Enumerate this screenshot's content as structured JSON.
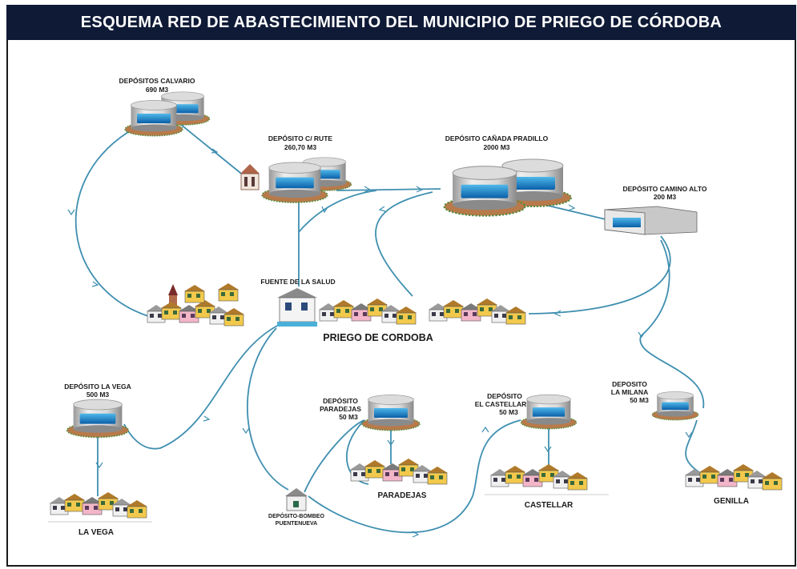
{
  "title": "ESQUEMA RED DE ABASTECIMIENTO DEL MUNICIPIO DE PRIEGO DE CÓRDOBA",
  "colors": {
    "header_bg": "#0f1a36",
    "pipe": "#3f8fb0",
    "water": "#0d7fc4",
    "ground": "#b87a4a"
  },
  "tanks": {
    "calvario": {
      "name": "DEPÓSITOS CALVARIO",
      "capacity": "690 M3"
    },
    "rute": {
      "name": "DEPÓSITO C/ RUTE",
      "capacity": "260,70 M3"
    },
    "canada": {
      "name": "DEPÓSITO CAÑADA PRADILLO",
      "capacity": "2000 M3"
    },
    "camino_alto": {
      "name": "DEPÓSITO CAMINO ALTO",
      "capacity": "200 M3"
    },
    "la_vega": {
      "name": "DEPÓSITO LA VEGA",
      "capacity": "500 M3"
    },
    "paradejas": {
      "name1": "DEPÓSITO",
      "name2": "PARADEJAS",
      "capacity": "50 M3"
    },
    "castellar": {
      "name1": "DEPÓSITO",
      "name2": "EL CASTELLAR",
      "capacity": "50 M3"
    },
    "milana": {
      "name1": "DEPOSITO",
      "name2": "LA MILANA",
      "capacity": "50 M3"
    }
  },
  "fuente": "FUENTE DE LA SALUD",
  "bombeo": {
    "line1": "DEPÓSITO-BOMBEO",
    "line2": "PUENTENUEVA"
  },
  "towns": {
    "priego": "PRIEGO DE CORDOBA",
    "la_vega": "LA VEGA",
    "paradejas": "PARADEJAS",
    "castellar": "CASTELLAR",
    "genilla": "GENILLA"
  }
}
